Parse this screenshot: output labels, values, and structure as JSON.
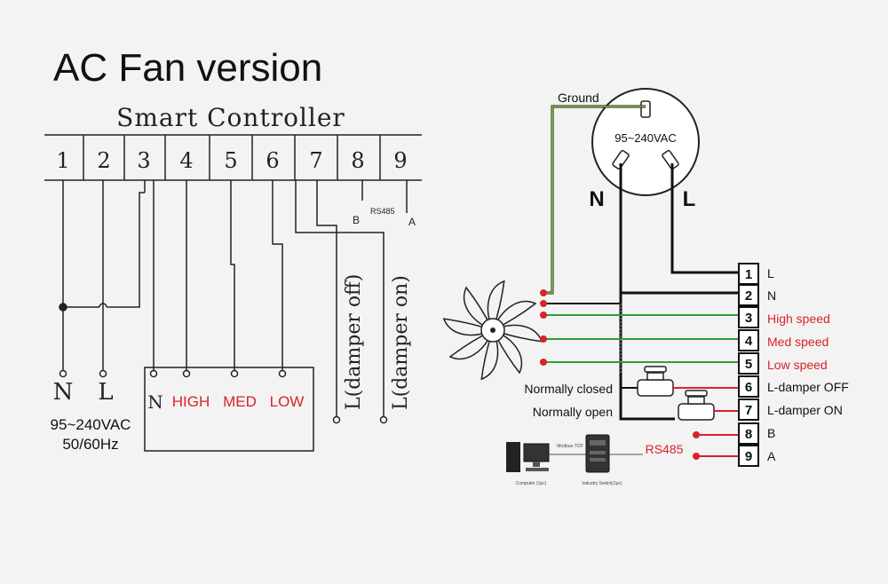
{
  "title": "AC Fan version",
  "left": {
    "controller_label": "Smart Controller",
    "terminals": [
      "1",
      "2",
      "3",
      "4",
      "5",
      "6",
      "7",
      "8",
      "9"
    ],
    "b_label": "B",
    "rs485_label": "RS485",
    "a_label": "A",
    "damper_off": "L(damper off)",
    "damper_on": "L(damper on)",
    "n_label": "N",
    "l_label": "L",
    "box_n": "N",
    "high": "HIGH",
    "med": "MED",
    "low": "LOW",
    "voltage": "95~240VAC",
    "frequency": "50/60Hz"
  },
  "right": {
    "ground": "Ground",
    "voltage": "95~240VAC",
    "n": "N",
    "l": "L",
    "normally_closed": "Normally closed",
    "normally_open": "Normally open",
    "rs485": "RS485",
    "modbus": "Modbus-TCP",
    "computer": "Computer (1pc)",
    "switch": "Industry Switch(1pc)",
    "terminals": [
      {
        "num": "1",
        "label": "L",
        "color": "#111111"
      },
      {
        "num": "2",
        "label": "N",
        "color": "#111111"
      },
      {
        "num": "3",
        "label": "High speed",
        "color": "#d8232a"
      },
      {
        "num": "4",
        "label": "Med speed",
        "color": "#d8232a"
      },
      {
        "num": "5",
        "label": "Low speed",
        "color": "#d8232a"
      },
      {
        "num": "6",
        "label": "L-damper OFF",
        "color": "#111111"
      },
      {
        "num": "7",
        "label": "L-damper ON",
        "color": "#111111"
      },
      {
        "num": "8",
        "label": "B",
        "color": "#111111"
      },
      {
        "num": "9",
        "label": "A",
        "color": "#111111"
      }
    ]
  },
  "colors": {
    "red": "#d8232a",
    "green": "#2e9e3a",
    "ground": "#8cc63f",
    "black": "#111111"
  }
}
